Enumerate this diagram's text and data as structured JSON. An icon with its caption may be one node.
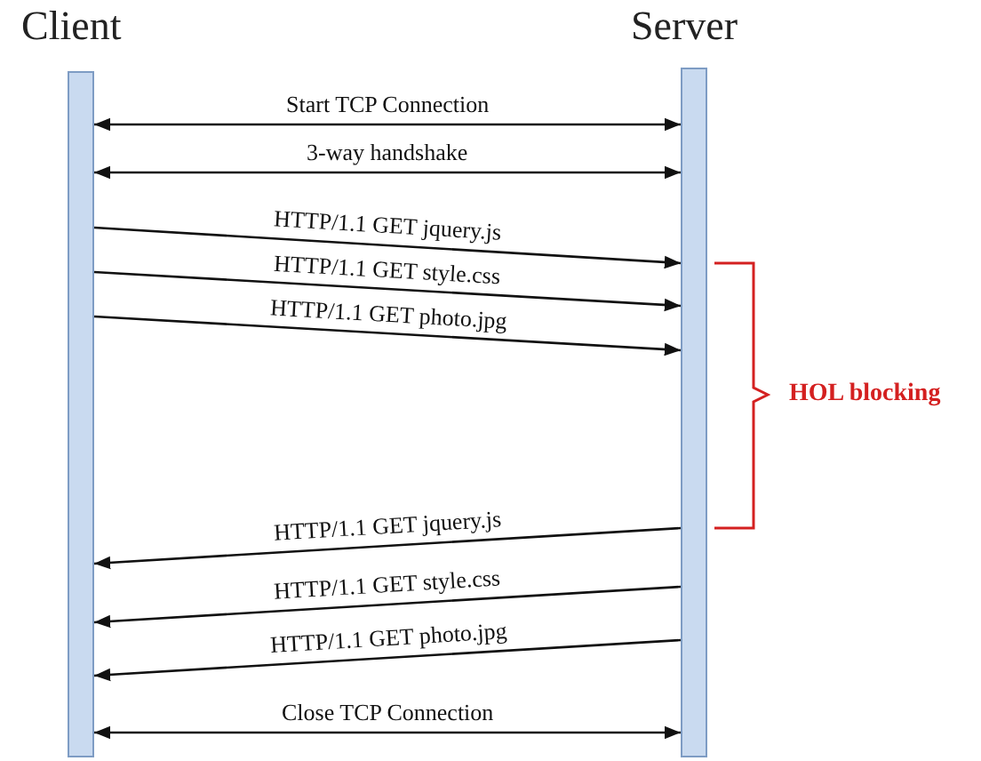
{
  "diagram": {
    "nodes": [
      {
        "text": [
          "Client"
        ]
      },
      {
        "text": [
          "Server"
        ]
      }
    ],
    "edges": [
      {
        "from": 0,
        "to": 1,
        "arrow": "both",
        "label": "Start TCP Connection"
      },
      {
        "from": 0,
        "to": 1,
        "arrow": "both",
        "label": "3-way handshake"
      },
      {
        "from": 0,
        "to": 1,
        "arrow": "to",
        "label": "HTTP/1.1 GET jquery.js"
      },
      {
        "from": 0,
        "to": 1,
        "arrow": "to",
        "label": "HTTP/1.1 GET style.css"
      },
      {
        "from": 0,
        "to": 1,
        "arrow": "to",
        "label": "HTTP/1.1 GET photo.jpg"
      },
      {
        "from": 1,
        "to": 0,
        "arrow": "to",
        "label": "HTTP/1.1 GET jquery.js"
      },
      {
        "from": 1,
        "to": 0,
        "arrow": "to",
        "label": "HTTP/1.1 GET style.css"
      },
      {
        "from": 1,
        "to": 0,
        "arrow": "to",
        "label": "HTTP/1.1 GET photo.jpg"
      },
      {
        "from": 0,
        "to": 1,
        "arrow": "both",
        "label": "Close TCP Connection"
      }
    ],
    "labels": [
      "HOL blocking"
    ]
  }
}
